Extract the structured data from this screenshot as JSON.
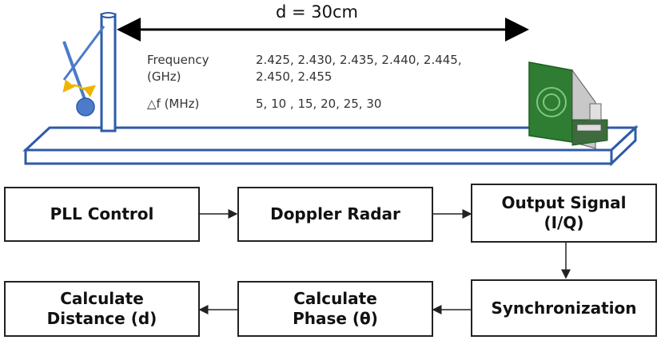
{
  "setup": {
    "distance_label": "d = 30cm",
    "frequency_label": "Frequency",
    "frequency_unit": "(GHz)",
    "frequency_values_line1": "2.425, 2.430, 2.435, 2.440, 2.445,",
    "frequency_values_line2": "2.450, 2.455",
    "delta_f_label": "△f (MHz)",
    "delta_f_values": "5, 10 , 15, 20, 25, 30"
  },
  "blocks": {
    "pll_control": "PLL Control",
    "doppler_radar": "Doppler Radar",
    "output_signal": "Output Signal\n(I/Q)",
    "synchronization": "Synchronization",
    "calculate_phase": "Calculate\nPhase (θ)",
    "calculate_distance": "Calculate\nDistance (d)"
  },
  "colors": {
    "platform_outline": "#2e5aa8",
    "pendulum": "#4a7cc9",
    "pendulum_arrow": "#f0b400",
    "radar_board": "#2e7d32"
  }
}
